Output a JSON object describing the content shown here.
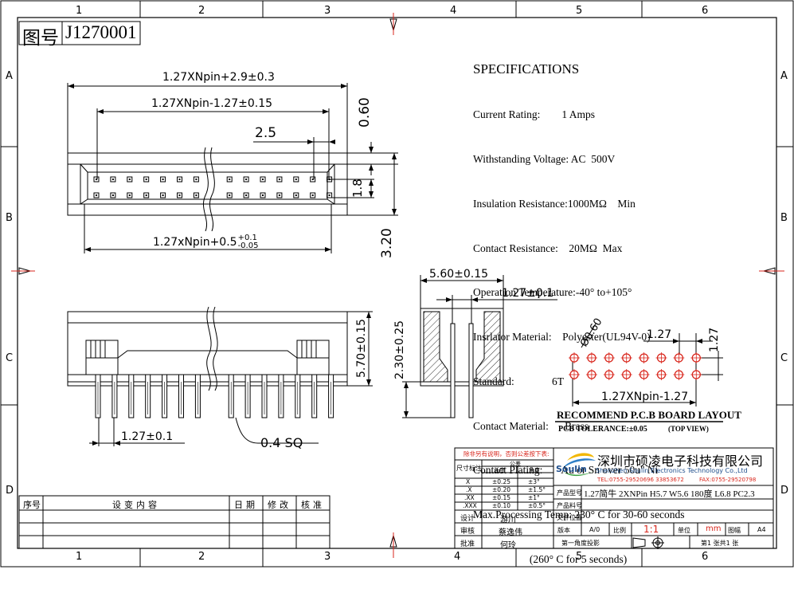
{
  "drawing_no": {
    "label": "图号",
    "value": "J1270001"
  },
  "border": {
    "cols": [
      "1",
      "2",
      "3",
      "4",
      "5",
      "6"
    ],
    "rows": [
      "A",
      "B",
      "C",
      "D"
    ]
  },
  "specs": {
    "title": "SPECIFICATIONS",
    "lines": [
      "Current Rating:        1 Amps",
      "Withstanding Voltage: AC  500V",
      "Insulation Resistance:1000MΩ    Min",
      "Contact Resistance:    20MΩ  Max",
      "Operation Temperature:-40° to+105°",
      "Insrlator Material:    Polyester(UL94V-0)",
      "Standard:              6T",
      "Contact Material:      Brass",
      "Contact Plating:       Au or Sn over 50u\" Ni",
      "Max.Processing Temp: 230° C for 30-60 seconds",
      "                     (260° C for 5 seconds)"
    ]
  },
  "dims": {
    "top_overall": "1.27XNpin+2.9±0.3",
    "top_inner": "1.27XNpin-1.27±0.15",
    "top_offset": "2.5",
    "top_gap": "0.60",
    "top_pitch_v": "1.8",
    "top_height": "3.20",
    "bottom_width_main": "1.27xNpin+0.5",
    "bottom_width_tol_up": "+0.1",
    "bottom_width_tol_dn": "-0.05",
    "front_height": "5.70±0.15",
    "front_pitch": "1.27±0.1",
    "front_pin": "0.4 SQ",
    "side_width": "5.60±0.15",
    "side_pitch": "1.27±0.1",
    "side_tail": "2.30±0.25",
    "pcb_hole": "Ø0.60",
    "pcb_pitch_h": "1.27",
    "pcb_pitch_v": "1.27",
    "pcb_span": "1.27XNpin-1.27"
  },
  "pcb_layout": {
    "title": "RECOMMEND P.C.B BOARD LAYOUT",
    "tolerance": "PCB TOLERANCE:±0.05",
    "view": "(TOP VIEW)"
  },
  "revision_table": {
    "headers": [
      "序号",
      "设变内容",
      "日期",
      "修改",
      "核准"
    ]
  },
  "tolerance_table": {
    "note": "除非另有说明，否则公差按下表:",
    "unit_label": "尺寸标注",
    "group": "公差",
    "col_len": "长度",
    "col_ang": "角度",
    "rows": [
      [
        "X",
        "±0.25",
        "±3°"
      ],
      [
        ".X",
        "±0.20",
        "±1.5°"
      ],
      [
        ".XX",
        "±0.15",
        "±1°"
      ],
      [
        ".XXX",
        "±0.10",
        "±0.5°"
      ]
    ]
  },
  "signoff": {
    "rows": [
      {
        "role": "设计",
        "name": "游川"
      },
      {
        "role": "审核",
        "name": "蔡逸伟"
      },
      {
        "role": "批准",
        "name": "何玲"
      }
    ]
  },
  "company": {
    "logo": "Soulin",
    "name_cn": "深圳市硕凌电子科技有限公司",
    "name_en": "Shenzhen Soulin Electronics Technology Co.,Ltd",
    "tel": "TEL:0755-29520696 33853672",
    "fax": "FAX:0755-29520798"
  },
  "title_block": {
    "product_no_label": "产品型号",
    "product_desc": "1.27简牛 2XNPin H5.7 W5.6 180度 L6.8 PC2.3",
    "part_no_label": "产品料号",
    "file_loc_label": "文件位置",
    "version_label": "版本",
    "version": "A/0",
    "scale_label": "比例",
    "scale": "1:1",
    "unit_label": "单位",
    "unit": "mm",
    "size_label": "图幅",
    "size": "A4",
    "projection": "第一角度投影",
    "sheet": "第1 张共1 张"
  }
}
